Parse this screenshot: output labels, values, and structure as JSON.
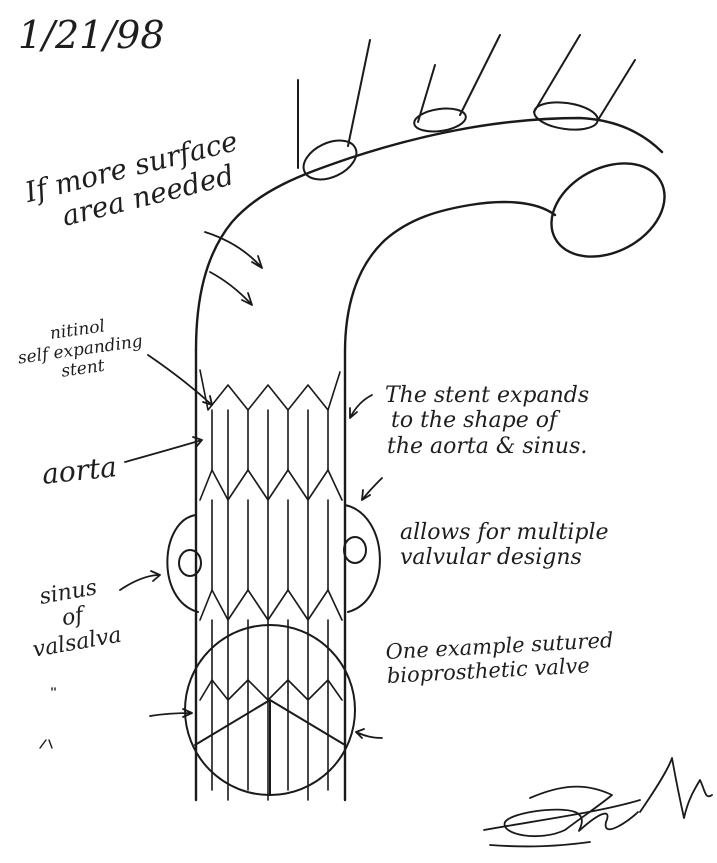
{
  "date": "1/21/98",
  "annotations": {
    "surface_area": [
      "If more surface",
      "area needed"
    ],
    "nitinol": [
      "nitinol",
      "self expanding",
      "stent"
    ],
    "aorta": "aorta",
    "stent_expands": [
      "The stent expands",
      "to the shape of",
      "the aorta & sinus."
    ],
    "multiple_designs": [
      "allows for multiple",
      "valvular designs"
    ],
    "sinus": [
      "sinus",
      "of",
      "valsalva"
    ],
    "valve_example": [
      "One example sutured",
      "bioprosthetic valve"
    ]
  },
  "signature": "Joey Johns",
  "colors": {
    "ink": "#1a1a1a",
    "paper": "#ffffff"
  }
}
